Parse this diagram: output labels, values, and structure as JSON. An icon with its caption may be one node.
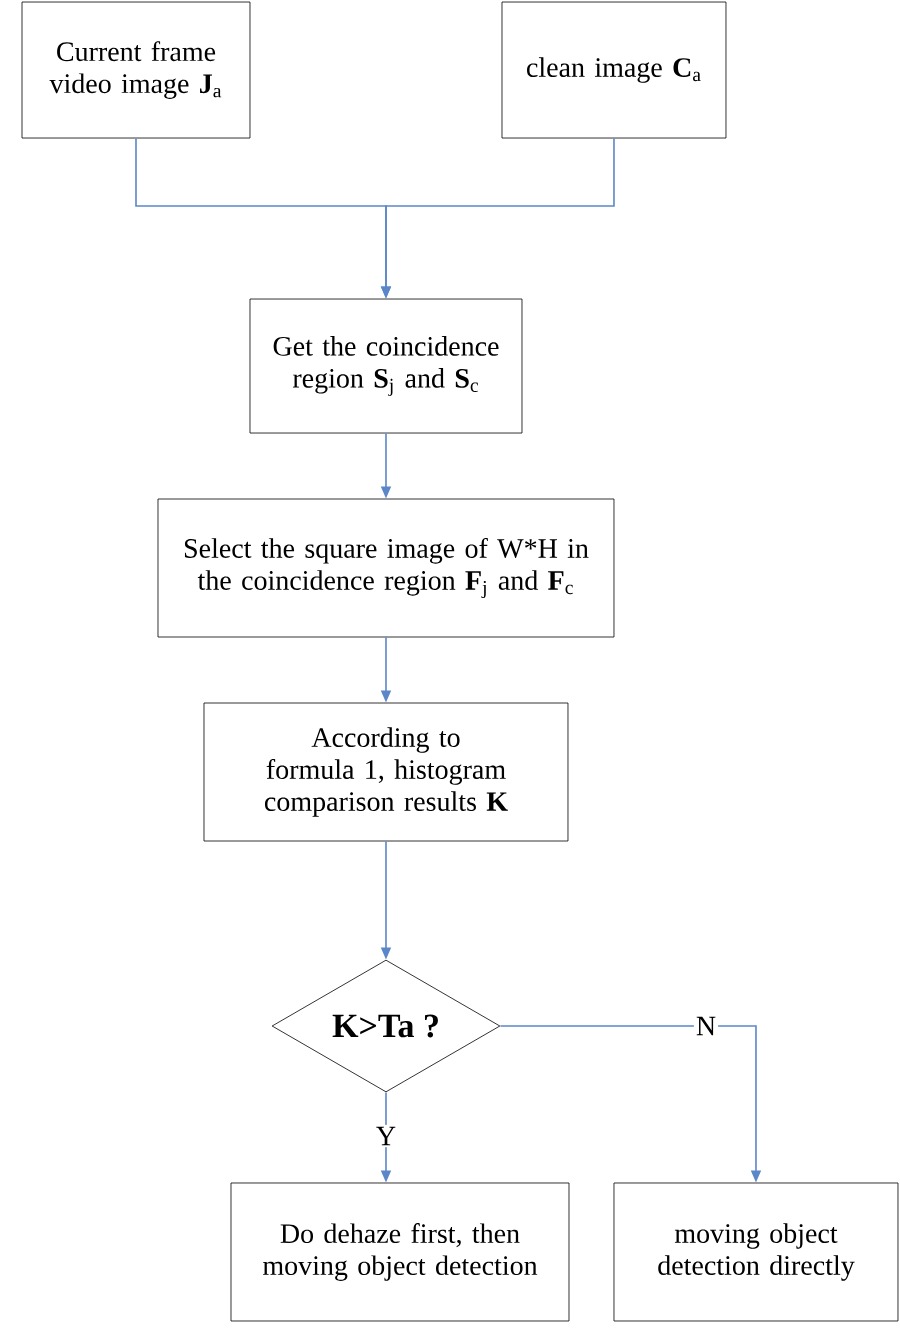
{
  "diagram": {
    "nodes": [
      {
        "text": [
          "Current frame video image **J**$_{a}$"
        ]
      },
      {
        "text": [
          "clean image **C**$_{a}$"
        ]
      },
      {
        "text": [
          "Get the coincidence region **S**$_{j}$ and **S**$_{c}$"
        ]
      },
      {
        "text": [
          "Select the square image of W*H in the coincidence region **F**$_{j}$ and **F**$_{c}$"
        ]
      },
      {
        "text": [
          "According to formula 1, histogram comparison results **K**"
        ]
      },
      {
        "text": [
          "K>Ta ?"
        ]
      },
      {
        "text": [
          "Do dehaze first, then moving object detection"
        ]
      },
      {
        "text": [
          "moving object detection directly"
        ]
      }
    ],
    "edges": [
      {
        "from": 0,
        "to": 2,
        "arrow": "to"
      },
      {
        "from": 1,
        "to": 2,
        "arrow": "to"
      },
      {
        "from": 2,
        "to": 3,
        "arrow": "to"
      },
      {
        "from": 3,
        "to": 4,
        "arrow": "to"
      },
      {
        "from": 4,
        "to": 5,
        "arrow": "to"
      },
      {
        "from": 5,
        "to": 6,
        "arrow": "to",
        "label": "Y"
      },
      {
        "from": 5,
        "to": 7,
        "arrow": "to",
        "label": "N"
      }
    ]
  }
}
